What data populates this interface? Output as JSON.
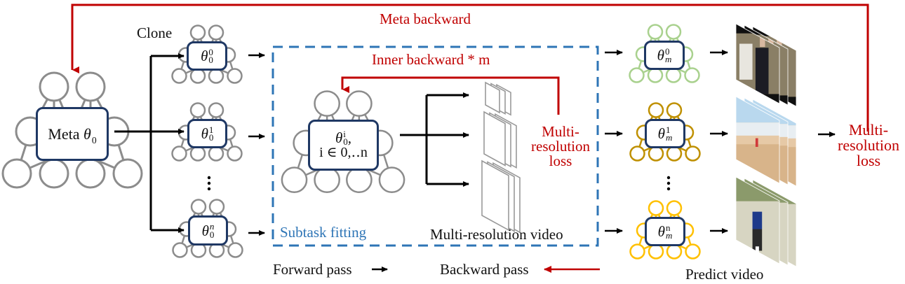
{
  "figure": {
    "meta_backward_label": "Meta backward",
    "clone_label": "Clone",
    "meta_node": {
      "prefix": "Meta",
      "symbol": "θ",
      "subscript": "0"
    },
    "clone_nodes": [
      {
        "symbol": "θ",
        "sup": "0",
        "sub": "0"
      },
      {
        "symbol": "θ",
        "sup": "1",
        "sub": "0"
      },
      {
        "symbol": "θ",
        "sup": "n",
        "sub": "0"
      }
    ],
    "ellipsis": "⋮",
    "subtask": {
      "label": "Subtask fitting",
      "inner_backward_label": "Inner backward * m",
      "node": {
        "symbol": "θ",
        "sup": "i",
        "sub": "0",
        "suffix": ",",
        "line2": "i ∈ 0,‥n"
      },
      "loss_label_lines": [
        "Multi-",
        "resolution",
        "loss"
      ],
      "video_label": "Multi-resolution video"
    },
    "adapted_nodes": [
      {
        "symbol": "θ",
        "sup": "0",
        "sub": "m",
        "color": "#a9d18e"
      },
      {
        "symbol": "θ",
        "sup": "1",
        "sub": "m",
        "color": "#bf9000"
      },
      {
        "symbol": "θ",
        "sup": "n",
        "sub": "m",
        "color": "#ffc000"
      }
    ],
    "predict_video_label": "Predict video",
    "predicted_videos": [
      {
        "name": "lecture-video"
      },
      {
        "name": "beach-video"
      },
      {
        "name": "soccer-video"
      }
    ],
    "final_loss_label_lines": [
      "Multi-",
      "resolution",
      "loss"
    ],
    "legend": {
      "forward_label": "Forward pass",
      "backward_label": "Backward pass"
    },
    "colors": {
      "backward": "#c00000",
      "forward": "#000000",
      "subtask_border": "#2e75b6",
      "node_box_border": "#1f3864",
      "network_gray": "#8c8c8c"
    }
  }
}
